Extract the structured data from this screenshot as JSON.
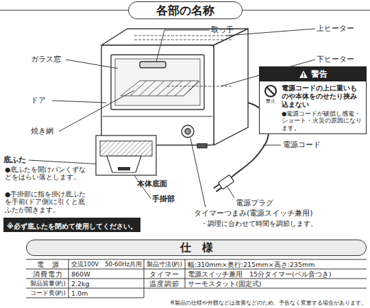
{
  "diagram": {
    "title": "各部の名称",
    "nodes": [
      {
        "text": [
          "警告",
          "禁止",
          "電源コードの上に重いものや本体をのせたり挟み込まない",
          "●電源コードが破損し感電・ショート・火災の原因になります。"
        ]
      },
      {
        "text": [
          "※必ず底ふたを閉めて使用してください。"
        ]
      },
      {
        "text": [
          "仕　様"
        ]
      }
    ],
    "labels": [
      "取っ手",
      "上ヒーター",
      "下ヒーター",
      "ガラス窓",
      "ドア",
      "焼き網",
      "底ふた",
      "●底ふたを開けパンくずなどをはらい落とします。",
      "●手掛部に指を掛け底ふたを手前(ドア側)に引くと底ふたが開きます。",
      "本体底面",
      "手掛部",
      "電源コード",
      "電源プラグ",
      "タイマーつまみ(電源スイッチ兼用)",
      "・調理に合わせて時間を調節します。",
      "電　源",
      "交流100V　50-60Hz共用",
      "製品寸法(約)",
      "幅:310mm×奥行:215mm×高さ:235mm",
      "消費電力",
      "860W",
      "タイマー",
      "電源スイッチ兼用　15分タイマー(ベル音つき)",
      "製品質量(約)",
      "2.2kg",
      "温度調節",
      "サーモスタット(固定式)",
      "コード長(約)",
      "1.0m",
      "※製品の仕様や外観などは改善などのため、予告なく変更する場合があります。"
    ]
  }
}
